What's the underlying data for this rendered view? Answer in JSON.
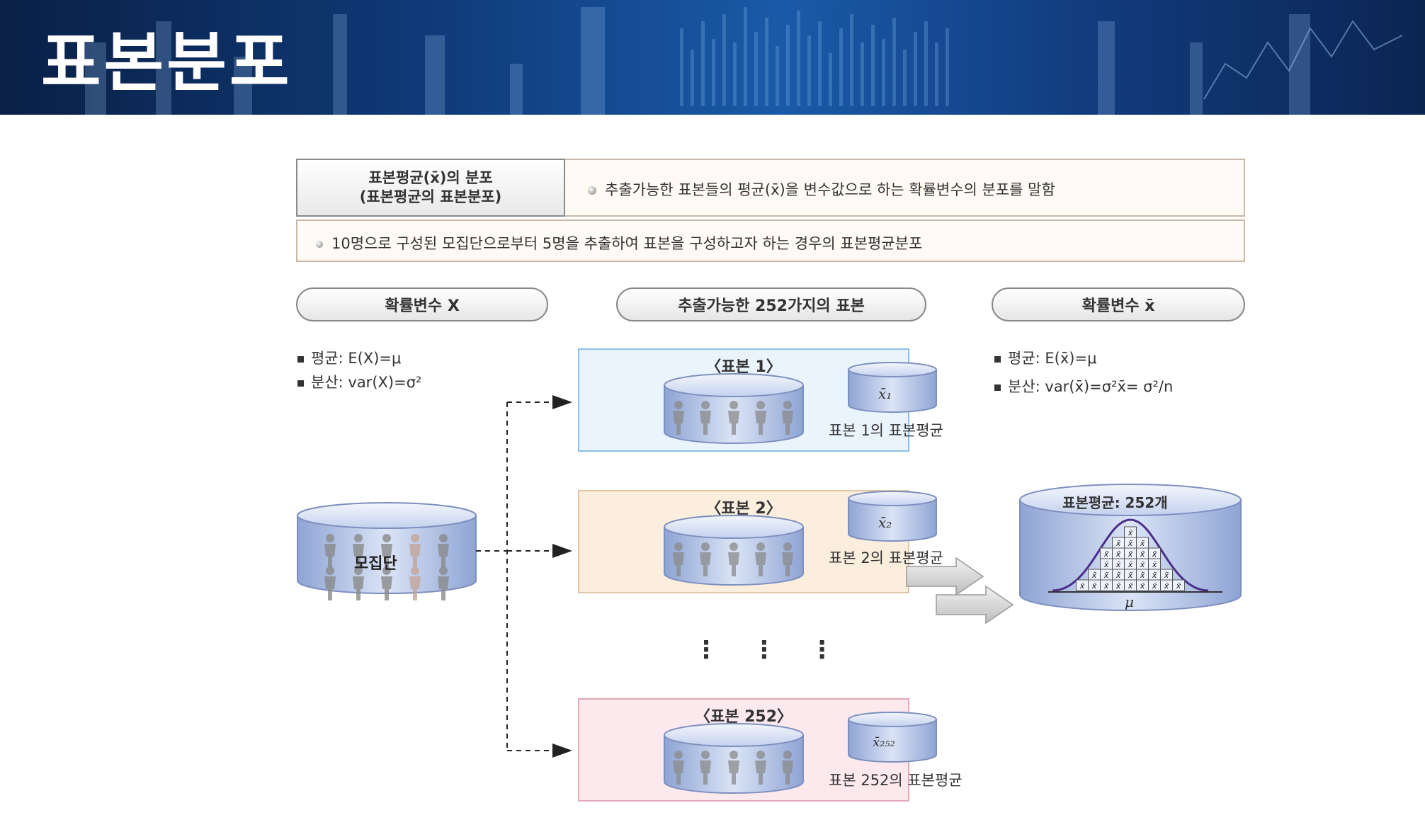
{
  "title": "표본분포",
  "definition": {
    "label_line1": "표본평균(x̄)의 분포",
    "label_line2": "(표본평균의 표본분포)",
    "text": "추출가능한 표본들의 평균(x̄)을 변수값으로 하는 확률변수의 분포를 말함"
  },
  "example": "10명으로 구성된 모집단으로부터 5명을 추출하여 표본을 구성하고자 하는 경우의 표본평균분포",
  "headers": {
    "left": "확률변수 X",
    "middle": "추출가능한 252가지의 표본",
    "right": "확률변수 x̄"
  },
  "left_stats": {
    "mean": "평균: E(X)=μ",
    "variance": "분산: var(X)=σ²"
  },
  "right_stats": {
    "mean": "평균: E(x̄)=μ",
    "variance": "분산: var(x̄)=σ²x̄= σ²/n"
  },
  "population_label": "모집단",
  "samples": [
    {
      "title": "〈표본 1〉",
      "mean_symbol": "x̄₁",
      "caption": "표본 1의 표본평균",
      "color": "#eaf4fd",
      "border": "#8cc0ea"
    },
    {
      "title": "〈표본 2〉",
      "mean_symbol": "x̄₂",
      "caption": "표본 2의 표본평균",
      "color": "#fbeedd",
      "border": "#e0c6a6"
    },
    {
      "title": "〈표본 252〉",
      "mean_symbol": "x̄₂₅₂",
      "caption": "표본 252의 표본평균",
      "color": "#fbe9ee",
      "border": "#e2a9b8"
    }
  ],
  "ellipsis": "⋮ ⋮ ⋮",
  "distribution": {
    "title": "표본평균: 252개",
    "symbol": "x̄",
    "center_label": "μ",
    "pyramid_rows": [
      1,
      3,
      5,
      5,
      7,
      9
    ]
  },
  "colors": {
    "banner": "#0f3a78",
    "cylinder": "#b8c8ea",
    "arrow": "#222222"
  },
  "icons": [
    "person-icon",
    "arrow-right-icon",
    "cylinder-icon"
  ]
}
